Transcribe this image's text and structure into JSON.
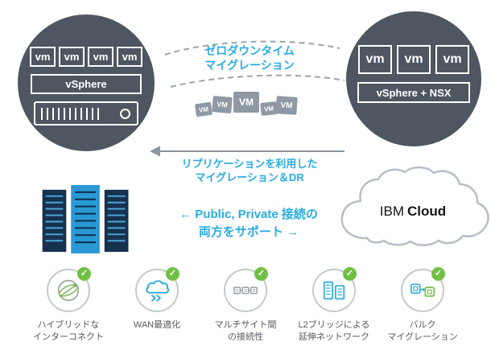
{
  "colors": {
    "accent_blue": "#29abe2",
    "circle_bg": "#4d5661",
    "check_green": "#71bf44",
    "chip_gray": "#8e99a3"
  },
  "onprem": {
    "vms": [
      "vm",
      "vm",
      "vm",
      "vm"
    ],
    "platform": "vSphere"
  },
  "cloud_env": {
    "vms": [
      "vm",
      "vm",
      "vm"
    ],
    "platform": "vSphere + NSX"
  },
  "zero_downtime": {
    "line1": "ゼロダウンタイム",
    "line2": "マイグレーション"
  },
  "floating_vms": [
    "VM",
    "VM",
    "VM",
    "VM",
    "VM"
  ],
  "replication": {
    "line1": "リプリケーションを利用した",
    "line2": "マイグレーション＆DR"
  },
  "connectivity": {
    "line1": "← Public, Private 接続の",
    "line2": "両方をサポート →"
  },
  "ibm_cloud": {
    "brand": "IBM",
    "product": "Cloud"
  },
  "features": [
    {
      "icon": "hybrid-interconnect-icon",
      "line1": "ハイブリッドな",
      "line2": "インターコネクト"
    },
    {
      "icon": "wan-optimization-icon",
      "line1": "WAN最適化",
      "line2": ""
    },
    {
      "icon": "multisite-connectivity-icon",
      "line1": "マルチサイト間",
      "line2": "の接続性"
    },
    {
      "icon": "l2-bridge-icon",
      "line1": "L2ブリッジによる",
      "line2": "延伸ネットワーク"
    },
    {
      "icon": "bulk-migration-icon",
      "line1": "バルク",
      "line2": "マイグレーション"
    }
  ],
  "ui": {
    "badge_check": "✓"
  }
}
